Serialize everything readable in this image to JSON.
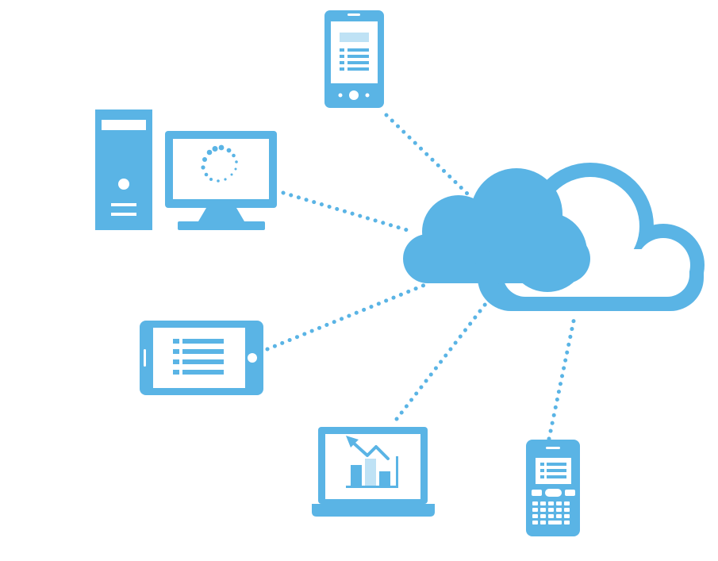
{
  "colors": {
    "primary": "#5ab4e5",
    "panel": "#ffffff",
    "soft": "#bfe2f5",
    "background": "#ffffff"
  },
  "diagram": {
    "hub": {
      "icon": "cloud-icon"
    },
    "devices": [
      {
        "key": "smartphone",
        "icon": "smartphone-icon"
      },
      {
        "key": "desktop",
        "icon": "desktop-computer-icon"
      },
      {
        "key": "tablet",
        "icon": "tablet-icon"
      },
      {
        "key": "laptop",
        "icon": "laptop-chart-icon"
      },
      {
        "key": "keyboard-phone",
        "icon": "keyboard-phone-icon"
      }
    ],
    "connection_style": "dotted"
  }
}
